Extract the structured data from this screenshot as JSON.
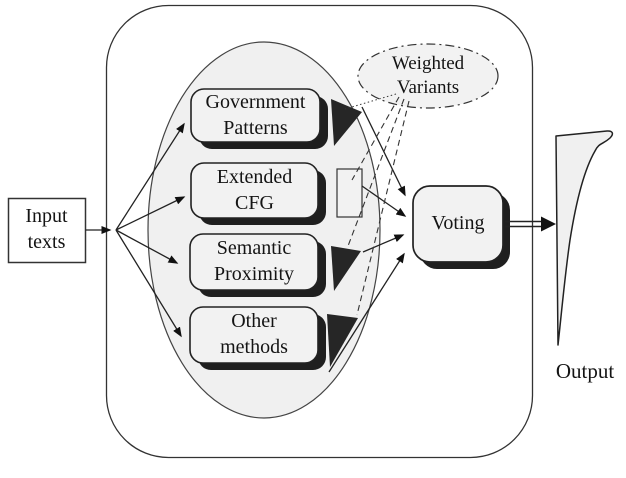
{
  "diagram": {
    "title": "voting-ensemble-architecture",
    "input": {
      "label": "Input\ntexts"
    },
    "system": {
      "methods": [
        {
          "label": "Government\nPatterns"
        },
        {
          "label": "Extended\nCFG"
        },
        {
          "label": "Semantic\nProximity"
        },
        {
          "label": "Other\nmethods"
        }
      ],
      "weighted_variants": {
        "label": "Weighted\nVariants"
      },
      "voting": {
        "label": "Voting"
      }
    },
    "output": {
      "label": "Output"
    },
    "colors": {
      "background": "#ffffff",
      "node_fill": "#f2f2f2",
      "ellipse_fill": "#f0f0f0",
      "shadow": "#1f1f1f",
      "wedge": "#262626",
      "line": "#222222",
      "text": "#141414"
    }
  }
}
